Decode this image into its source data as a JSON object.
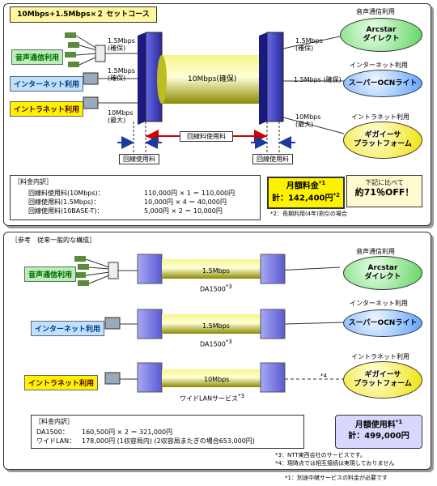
{
  "top": {
    "title": "10Mbps+1.5Mbps×２ セットコース",
    "left_labels": [
      "音声通信利用",
      "インターネット利用",
      "イントラネット利用"
    ],
    "left_speeds": [
      [
        "1.5Mbps",
        "(確保)"
      ],
      [
        "1.5Mbps",
        "(確保)"
      ],
      [
        "10Mbps",
        "(最大)"
      ]
    ],
    "pipe_label": "10Mbps(確保)",
    "right_speeds": [
      [
        "1.5Mbps",
        "(確保)"
      ],
      [
        "1.5Mbps (確保)",
        ""
      ],
      [
        "10Mbps",
        "(最大)"
      ]
    ],
    "right_headers": [
      "音声通信利用",
      "インターネット利用",
      "イントラネット利用"
    ],
    "ovals": [
      "Arcstar\nダイレクト",
      "スーパーOCNライト",
      "ギガイーサ\nプラットフォーム"
    ],
    "circuit_label": "回線料使用料",
    "line_fee_label": "回線使用料",
    "pricing_title": "［料金内訳］",
    "pricing_rows": [
      [
        "回線料使用料(10Mbps)：",
        "110,000円 × 1 ＝ 110,000円"
      ],
      [
        "回線使用料(1.5Mbps)：",
        "10,000円 × 4 ＝ 40,000円"
      ],
      [
        "回線使用料(10BASE-T)：",
        "5,000円 × 2 ＝ 10,000円"
      ]
    ],
    "monthly_title": "月額料金",
    "monthly_note_mark": "*1",
    "monthly_value": "計：142,400円",
    "monthly_value_mark": "*2",
    "discount_line1": "下記に比べて",
    "discount_line2": "約71％OFF！",
    "footnote": "*2：長期利用(4年)割引の場合"
  },
  "bottom": {
    "title": "［参考　従来一般的な構成］",
    "left_labels": [
      "音声通信利用",
      "インターネット利用",
      "イントラネット利用"
    ],
    "pipes": [
      "1.5Mbps",
      "1.5Mbps",
      "10Mbps"
    ],
    "pipe_subs": [
      "DA1500",
      "DA1500",
      "ワイドLANサービス"
    ],
    "pipe_sub_marks": [
      "*3",
      "*3",
      "*3"
    ],
    "right_headers": [
      "音声通信利用",
      "インターネット利用",
      "イントラネット利用"
    ],
    "ovals": [
      "Arcstar\nダイレクト",
      "スーパーOCNライト",
      "ギガイーサ\nプラットフォーム"
    ],
    "mark4": "*4",
    "pricing_title": "［料金内訳］",
    "pricing_rows": [
      [
        "DA1500：",
        "160,500円 × 2 ＝ 321,000円"
      ],
      [
        "ワイドLAN：",
        "178,000円 (1収容局内) (2収容局またぎの場合653,000円)"
      ]
    ],
    "monthly_title": "月額使用料",
    "monthly_mark": "*1",
    "monthly_value": "計：499,000円",
    "notes": [
      "*3：NTT東西会社のサービスです。",
      "*4：現時点では相互接続は実現しておりません"
    ]
  },
  "footnote1": "*1：別途中継サービスの料金が必要です"
}
